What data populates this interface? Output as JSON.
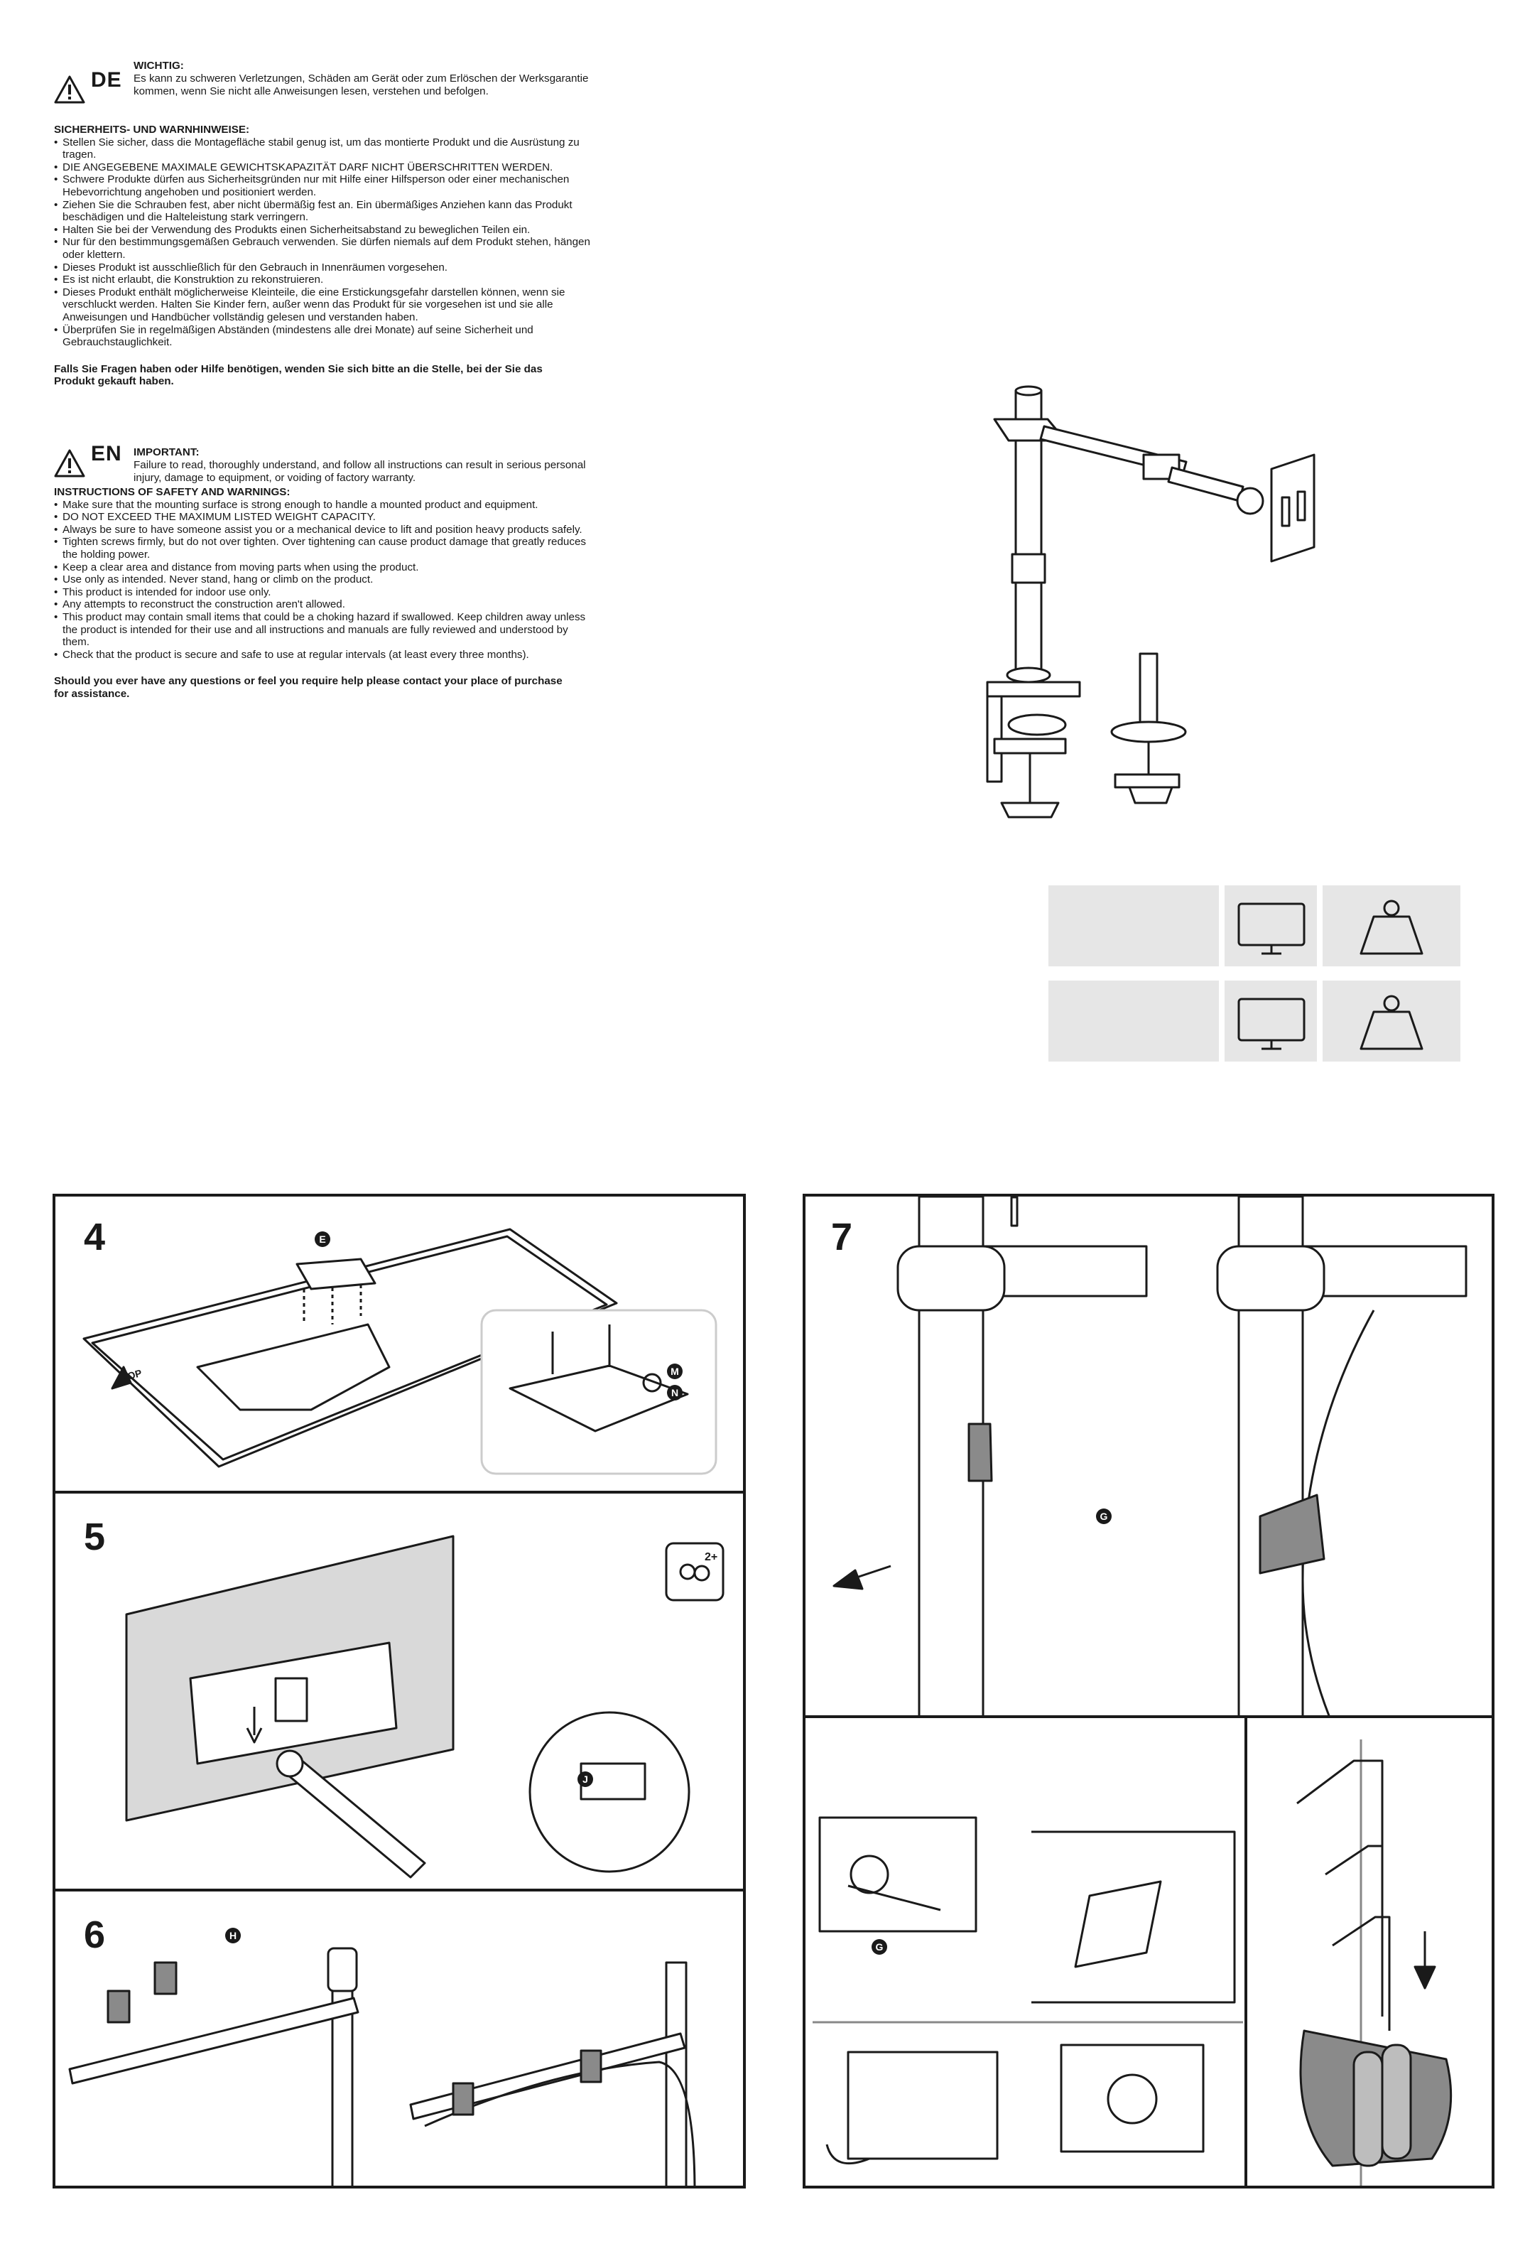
{
  "de": {
    "lang": "DE",
    "heading": "WICHTIG:",
    "intro": "Es kann zu schweren Verletzungen, Schäden am Gerät oder zum Erlöschen der Werksgarantie kommen, wenn Sie nicht alle Anweisungen lesen, verstehen und befolgen.",
    "section_title": "SICHERHEITS- UND WARNHINWEISE:",
    "items": [
      "Stellen Sie sicher, dass die Montagefläche stabil genug ist, um das montierte Produkt und die Ausrüstung zu tragen.",
      "DIE ANGEGEBENE MAXIMALE GEWICHTSKAPAZITÄT DARF NICHT ÜBERSCHRITTEN WERDEN.",
      "Schwere Produkte dürfen aus Sicherheitsgründen nur mit Hilfe einer Hilfsperson oder einer mechanischen Hebevorrichtung angehoben und positioniert werden.",
      "Ziehen Sie die Schrauben fest, aber nicht übermäßig fest an. Ein übermäßiges Anziehen kann das Produkt beschädigen und die Halteleistung stark verringern.",
      "Halten Sie bei der Verwendung des Produkts einen Sicherheitsabstand zu beweglichen Teilen ein.",
      "Nur für den bestimmungsgemäßen Gebrauch verwenden. Sie dürfen niemals auf dem Produkt stehen, hängen oder klettern.",
      "Dieses Produkt ist ausschließlich für den Gebrauch in Innenräumen vorgesehen.",
      "Es ist nicht erlaubt, die Konstruktion zu rekonstruieren.",
      "Dieses Produkt enthält möglicherweise Kleinteile, die eine Erstickungsgefahr darstellen können, wenn sie verschluckt werden. Halten Sie Kinder fern, außer wenn das Produkt für sie vorgesehen ist und sie alle Anweisungen und Handbücher vollständig gelesen und verstanden haben.",
      "Überprüfen Sie in regelmäßigen Abständen (mindestens alle drei Monate) auf seine Sicherheit und Gebrauchstauglichkeit."
    ],
    "contact": "Falls Sie Fragen haben oder Hilfe benötigen, wenden Sie sich bitte an die Stelle, bei der Sie das Produkt gekauft haben."
  },
  "en": {
    "lang": "EN",
    "heading": "IMPORTANT:",
    "intro": "Failure to read, thoroughly understand, and follow all instructions can result in serious personal injury, damage to equipment, or voiding of factory warranty.",
    "section_title": "INSTRUCTIONS OF SAFETY AND WARNINGS:",
    "items": [
      "Make sure that the mounting surface is strong enough to handle a mounted product and equipment.",
      "DO NOT EXCEED THE MAXIMUM LISTED WEIGHT CAPACITY.",
      "Always be sure to have someone assist you or a mechanical device to lift and position heavy products safely.",
      "Tighten screws firmly, but do not over tighten. Over tightening can cause product damage that greatly reduces the holding power.",
      "Keep a clear area and distance from moving parts when using the product.",
      "Use only as intended. Never stand, hang or climb on the product.",
      "This product is intended for indoor use only.",
      "Any attempts to reconstruct the construction aren't allowed.",
      "This product may contain small items that could be a choking hazard if swallowed. Keep children away unless the product is intended for their use and all instructions and manuals are fully reviewed and understood by them.",
      "Check that the product is secure and safe to use at regular intervals (at least every three months)."
    ],
    "contact": "Should you ever have any questions or feel you require help please contact your place of purchase for assistance."
  },
  "icons": [
    "warning-triangle-icon",
    "monitor-icon",
    "weight-icon",
    "rotate-icon",
    "arrow-down-icon",
    "two-persons-icon"
  ],
  "steps": {
    "s4": {
      "number": "4",
      "labels": [
        "E",
        "M",
        "N"
      ],
      "top_label": "TOP"
    },
    "s5": {
      "number": "5",
      "labels": [
        "J"
      ],
      "persons_badge": "2+"
    },
    "s6": {
      "number": "6",
      "labels": [
        "H"
      ]
    },
    "s7": {
      "number": "7",
      "labels": [
        "G",
        "G"
      ]
    }
  },
  "colors": {
    "ink": "#1a1a1a",
    "cell_gray": "#e6e6e6",
    "clip_gray": "#8a8a8a",
    "monitor_back": "#d9d9d9"
  }
}
